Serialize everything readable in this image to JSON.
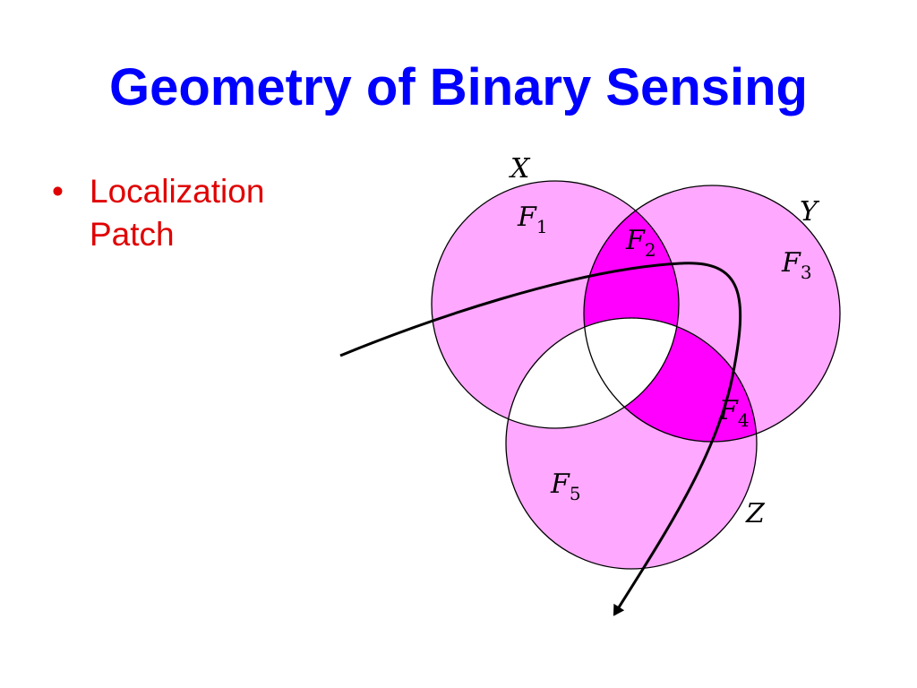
{
  "slide": {
    "title": "Geometry of Binary Sensing",
    "title_color": "#0000ff",
    "bullet_color": "#e00000",
    "bullets": [
      {
        "line1": "Localization",
        "line2": "Patch"
      }
    ]
  },
  "diagram": {
    "sensor_labels": {
      "x": "X",
      "y": "Y",
      "z": "Z"
    },
    "region_labels": {
      "f1": {
        "base": "F",
        "sub": "1"
      },
      "f2": {
        "base": "F",
        "sub": "2"
      },
      "f3": {
        "base": "F",
        "sub": "3"
      },
      "f4": {
        "base": "F",
        "sub": "4"
      },
      "f5": {
        "base": "F",
        "sub": "5"
      }
    },
    "colors": {
      "single_coverage": "#ffa8ff",
      "double_coverage": "#ff00ff",
      "uncovered": "#ffffff",
      "outline": "#000000"
    }
  }
}
